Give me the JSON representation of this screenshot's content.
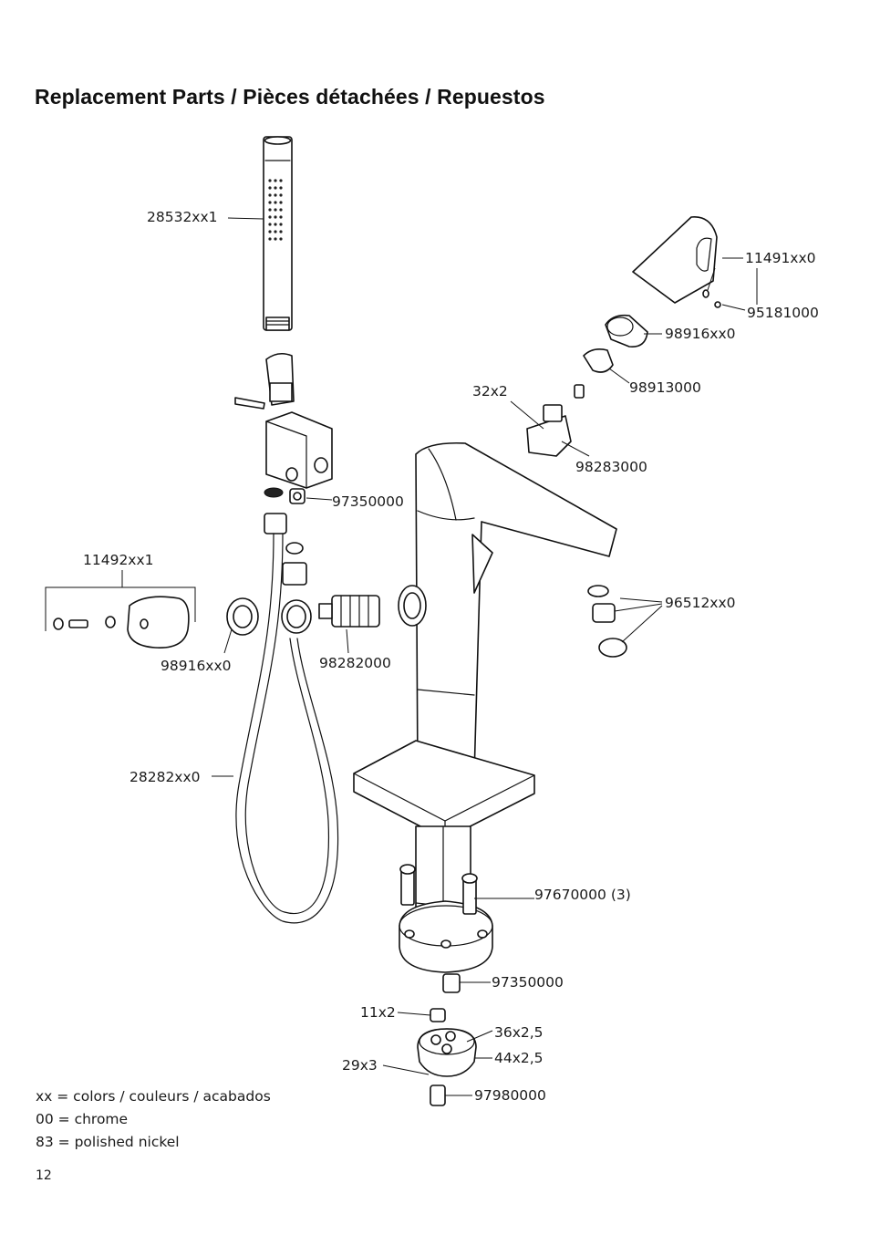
{
  "title": "Replacement Parts / Pièces détachées / Repuestos",
  "parts": {
    "handshower": "28532xx1",
    "handle_right": "11491xx0",
    "screw_small": "95181000",
    "cover_right": "98916xx0",
    "nut": "98913000",
    "cartridge_size": "32x2",
    "cartridge": "98283000",
    "check_valve_top": "97350000",
    "handle_left": "11492xx1",
    "aerator": "96512xx0",
    "cover_left": "98916xx0",
    "diverter": "98282000",
    "hose": "28282xx0",
    "bolts": "97670000 (3)",
    "check_valve_bottom": "97350000",
    "oring_11": "11x2",
    "oring_36": "36x2,5",
    "oring_44": "44x2,5",
    "oring_29": "29x3",
    "bottom_valve": "97980000"
  },
  "legend": {
    "line1": "xx = colors / couleurs / acabados",
    "line2": "00 = chrome",
    "line3": "83 = polished nickel"
  },
  "page_number": "12"
}
